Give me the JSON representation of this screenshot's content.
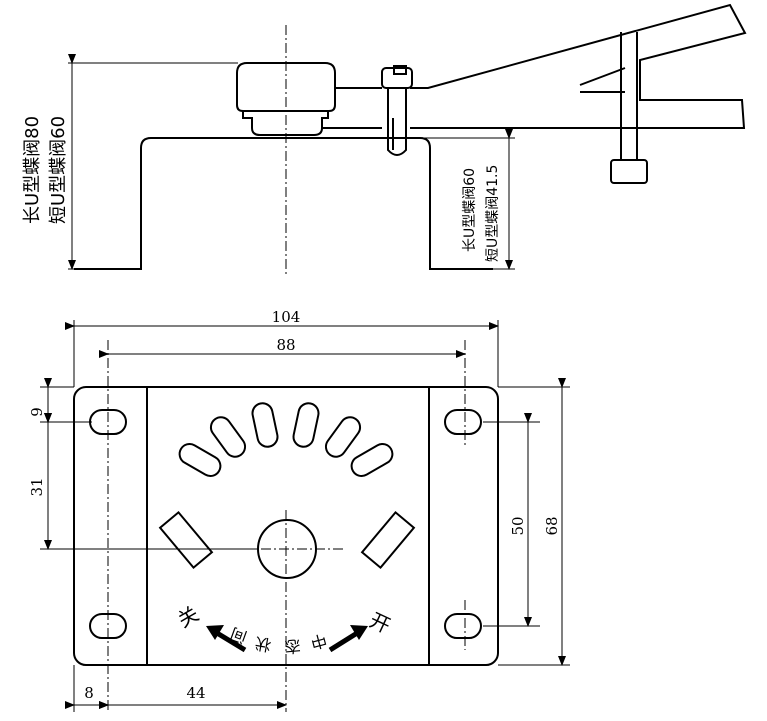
{
  "top_view": {
    "label_long_80": "长U型蝶阀80",
    "label_short_60": "短U型蝶阀60",
    "label_long_60": "长U型蝶阀60",
    "label_short_415": "短U型蝶阀41.5"
  },
  "dimensions": {
    "width_outer": "104",
    "width_inner": "88",
    "offset_top": "9",
    "offset_mid": "31",
    "height_inner": "50",
    "height_outer": "68",
    "offset_left": "8",
    "offset_center": "44"
  },
  "plate_labels": {
    "close": "关",
    "open": "开",
    "middle": "中间状态",
    "middle_chars": [
      "间",
      "状",
      "态",
      "中"
    ]
  }
}
